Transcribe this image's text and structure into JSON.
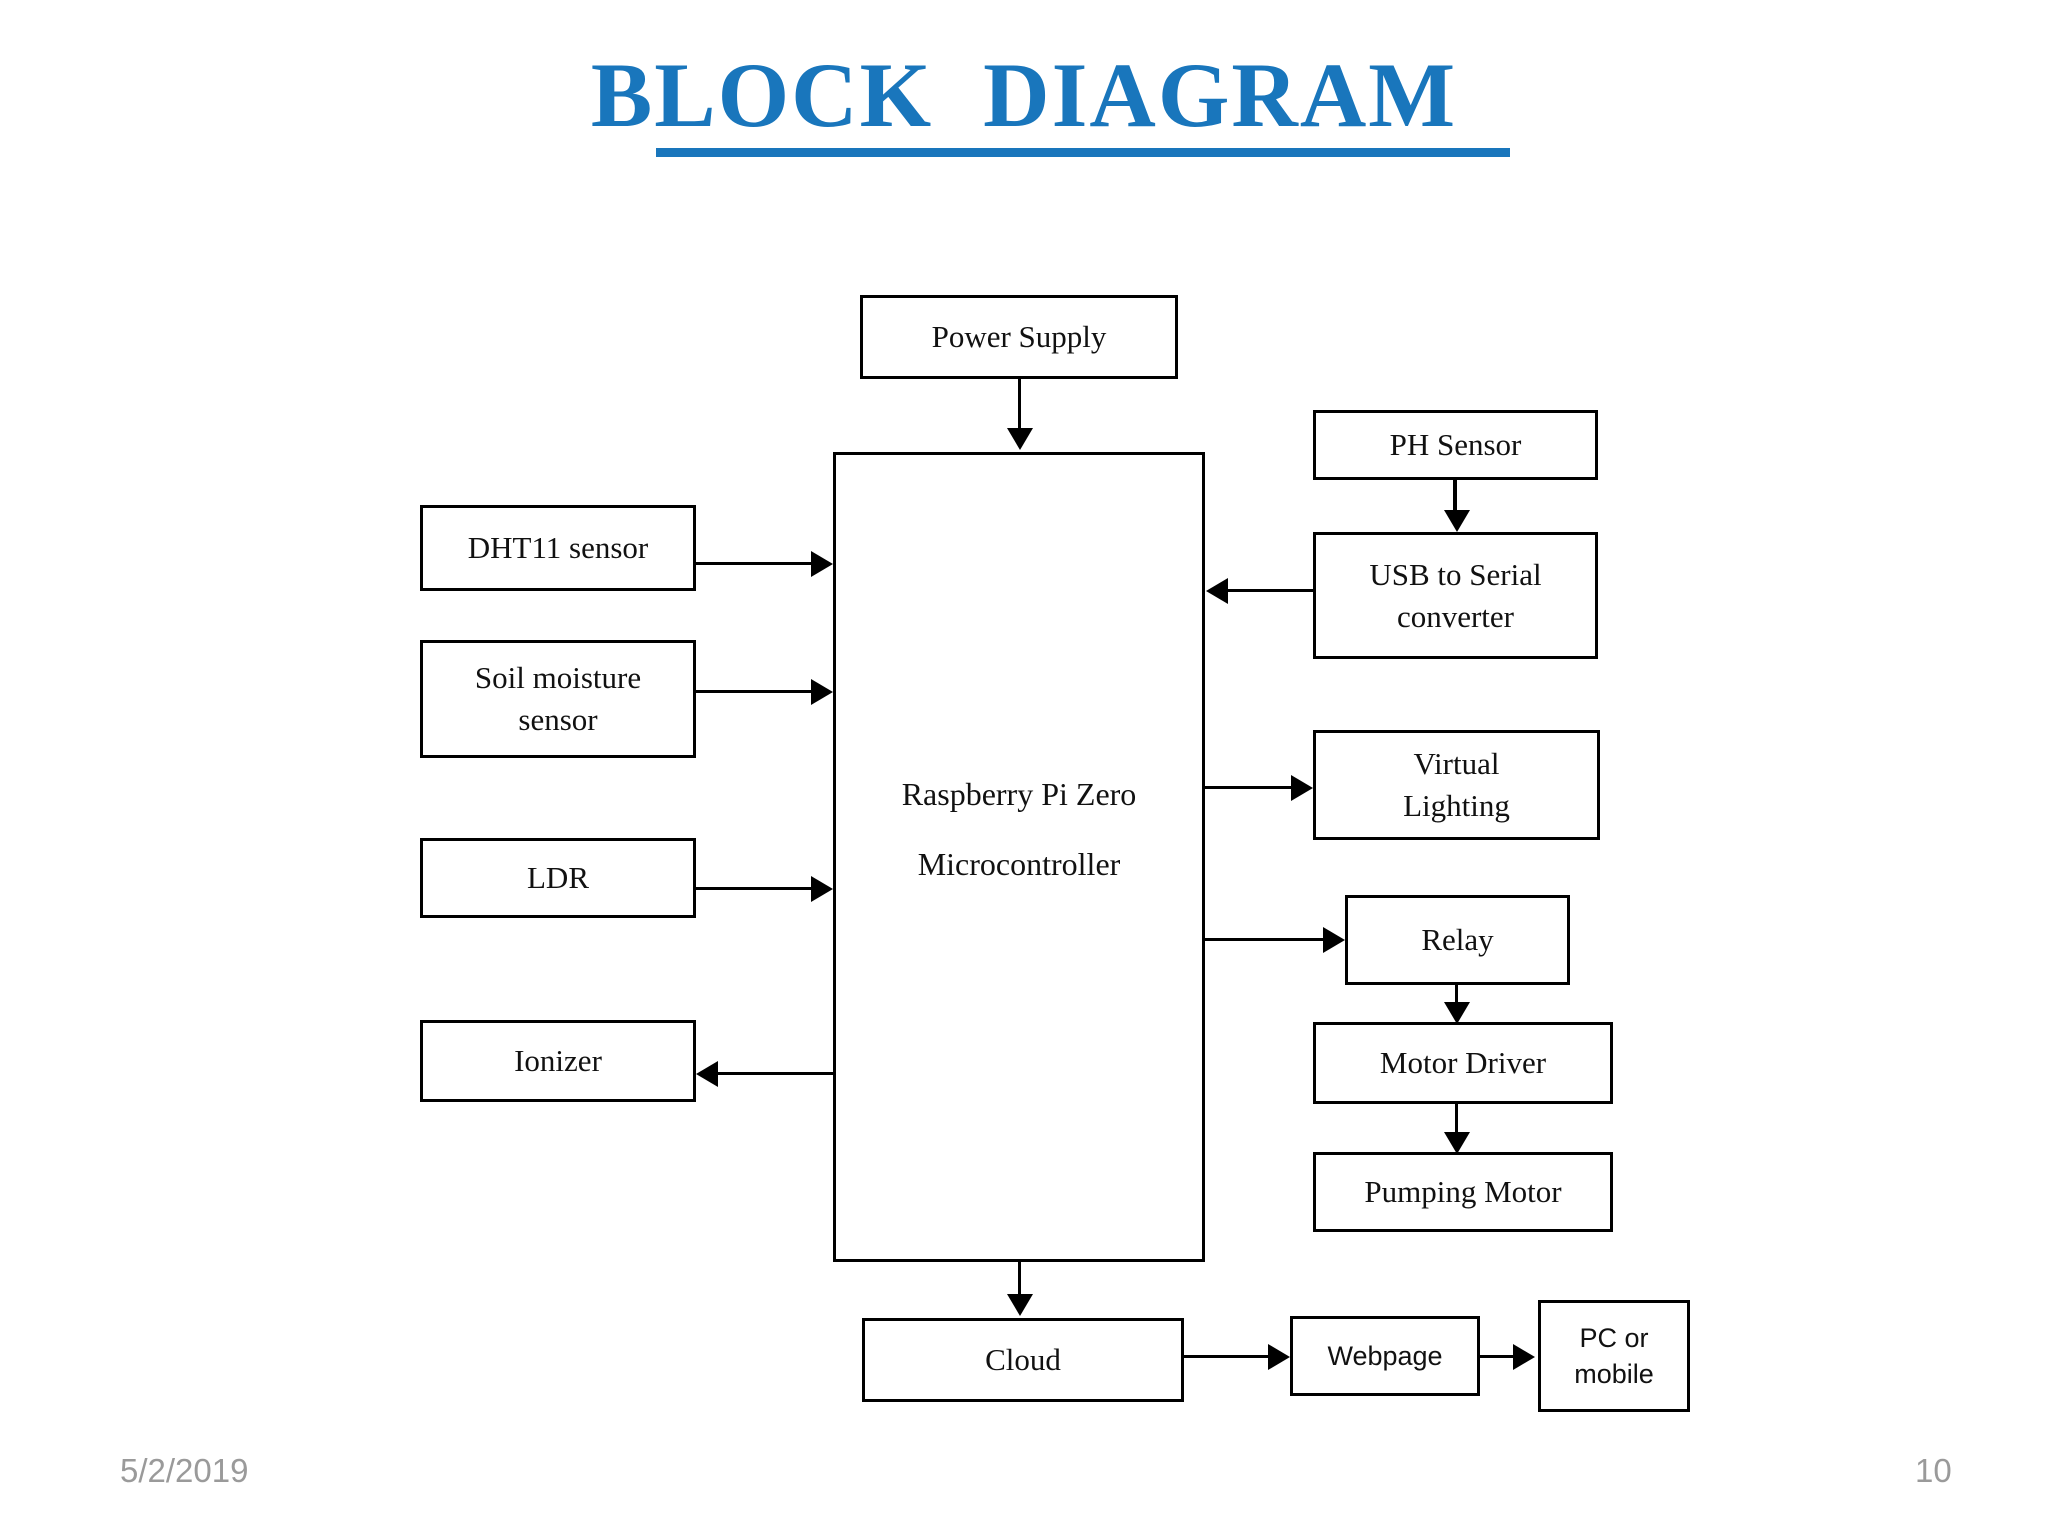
{
  "slide": {
    "title": "BLOCK  DIAGRAM",
    "title_color": "#1976BC",
    "background": "#ffffff",
    "line_color": "#000000",
    "footer": {
      "date": "5/2/2019",
      "page_number": "10",
      "text_color": "#9a9a9a"
    }
  },
  "diagram": {
    "type": "block-diagram",
    "nodes": {
      "power_supply": {
        "label": "Power Supply",
        "font": "serif"
      },
      "dht11": {
        "label": "DHT11 sensor",
        "font": "serif"
      },
      "soil_moisture": {
        "label": "Soil moisture",
        "label2": "sensor",
        "font": "serif"
      },
      "ldr": {
        "label": "LDR",
        "font": "serif"
      },
      "ionizer": {
        "label": "Ionizer",
        "font": "serif"
      },
      "controller": {
        "label_line1": "Raspberry Pi Zero",
        "label_line2": "Microcontroller",
        "font": "serif"
      },
      "ph_sensor": {
        "label": "PH Sensor",
        "font": "serif"
      },
      "usb_serial": {
        "label": "USB to Serial",
        "label2": "converter",
        "font": "serif"
      },
      "virtual_lighting": {
        "label": "Virtual",
        "label2": "Lighting",
        "font": "serif"
      },
      "relay": {
        "label": "Relay",
        "font": "serif"
      },
      "motor_driver": {
        "label": "Motor Driver",
        "font": "serif"
      },
      "pumping_motor": {
        "label": "Pumping Motor",
        "font": "serif"
      },
      "cloud": {
        "label": "Cloud",
        "font": "serif"
      },
      "webpage": {
        "label": "Webpage",
        "font": "sans"
      },
      "pc_or_mobile": {
        "label": "PC or",
        "label2": "mobile",
        "font": "sans"
      }
    },
    "edges": [
      {
        "from": "power_supply",
        "to": "controller",
        "direction": "down"
      },
      {
        "from": "dht11",
        "to": "controller",
        "direction": "right"
      },
      {
        "from": "soil_moisture",
        "to": "controller",
        "direction": "right"
      },
      {
        "from": "ldr",
        "to": "controller",
        "direction": "right"
      },
      {
        "from": "controller",
        "to": "ionizer",
        "direction": "left"
      },
      {
        "from": "ph_sensor",
        "to": "usb_serial",
        "direction": "down"
      },
      {
        "from": "usb_serial",
        "to": "controller",
        "direction": "left"
      },
      {
        "from": "controller",
        "to": "virtual_lighting",
        "direction": "right"
      },
      {
        "from": "controller",
        "to": "relay",
        "direction": "right"
      },
      {
        "from": "relay",
        "to": "motor_driver",
        "direction": "down"
      },
      {
        "from": "motor_driver",
        "to": "pumping_motor",
        "direction": "down"
      },
      {
        "from": "controller",
        "to": "cloud",
        "direction": "down"
      },
      {
        "from": "cloud",
        "to": "webpage",
        "direction": "right"
      },
      {
        "from": "webpage",
        "to": "pc_or_mobile",
        "direction": "right"
      }
    ]
  }
}
